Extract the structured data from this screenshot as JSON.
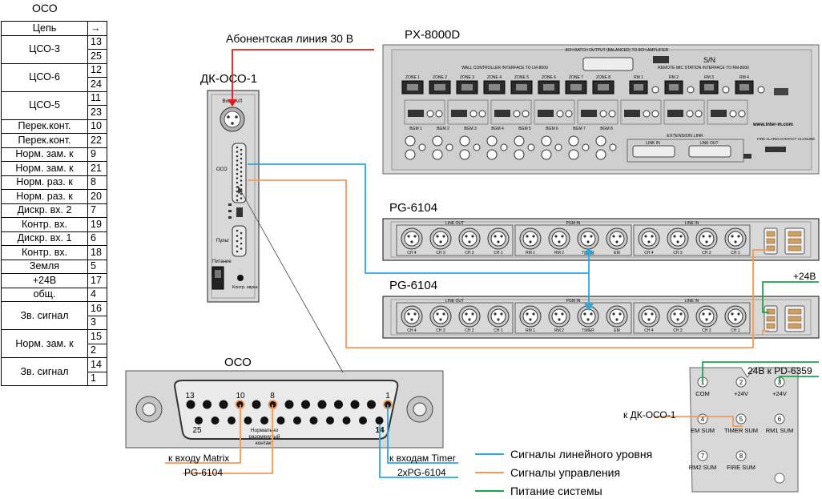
{
  "table": {
    "title": "ОСО",
    "header": {
      "name": "Цепь",
      "arrow": "→"
    },
    "rows": [
      {
        "name": "ЦСО-3",
        "pins": [
          "13",
          "25"
        ]
      },
      {
        "name": "ЦСО-6",
        "pins": [
          "12",
          "24"
        ]
      },
      {
        "name": "ЦСО-5",
        "pins": [
          "11",
          "23"
        ]
      },
      {
        "name": "Перек.конт.",
        "pins": [
          "10"
        ]
      },
      {
        "name": "Перек.конт.",
        "pins": [
          "22"
        ]
      },
      {
        "name": "Норм. зам. к",
        "pins": [
          "9"
        ]
      },
      {
        "name": "Норм. зам. к",
        "pins": [
          "21"
        ]
      },
      {
        "name": "Норм. раз. к",
        "pins": [
          "8"
        ]
      },
      {
        "name": "Норм. раз. к",
        "pins": [
          "20"
        ]
      },
      {
        "name": "Дискр. вх. 2",
        "pins": [
          "7"
        ]
      },
      {
        "name": "Контр. вх.",
        "pins": [
          "19"
        ]
      },
      {
        "name": "Дискр. вх. 1",
        "pins": [
          "6"
        ]
      },
      {
        "name": "Контр. вх.",
        "pins": [
          "18"
        ]
      },
      {
        "name": "Земля",
        "pins": [
          "5"
        ]
      },
      {
        "name": "+24В",
        "pins": [
          "17"
        ]
      },
      {
        "name": "общ.",
        "pins": [
          "4"
        ]
      },
      {
        "name": "Зв. сигнал",
        "pins": [
          "16",
          "3"
        ]
      },
      {
        "name": "Норм. зам. к",
        "pins": [
          "15",
          "2"
        ]
      },
      {
        "name": "Зв. сигнал",
        "pins": [
          "14",
          "1"
        ]
      }
    ]
  },
  "labels": {
    "subscriber_line": "Абонентская линия 30 В",
    "dk_title": "ДК-ОСО-1",
    "dk_input": "Вход А/Л",
    "dk_oco": "ОСО",
    "dk_console": "Пульт",
    "dk_power": "Питание",
    "dk_sound_ctrl": "Контр. звука",
    "px_title": "PX-8000D",
    "pg_top_title": "PG-6104",
    "pg_bottom_title": "PG-6104",
    "plus24": "+24В",
    "pd_link": "24В к PD-6359",
    "dk_link": "к ДК-ОСО-1",
    "oco_title": "ОСО",
    "nr_contact": "Нормально разомкнутый контакт",
    "to_matrix": "к входу Matrix",
    "pg_matrix": "PG-6104",
    "to_timer": "к входам Timer",
    "pg_timer": "2xPG-6104"
  },
  "px_panel": {
    "batch_output": "8CH BATCH OUTPUT (BALANCED) TO 8CH AMPLIFIER",
    "wall_controller": "WALL CONTROLLER INTERFACE TO LM-8000",
    "remote_mic": "REMOTE MIC STATION INTERFACE TO RM-8000",
    "zones": [
      "ZONE 1",
      "ZONE 2",
      "ZONE 3",
      "ZONE 4",
      "ZONE 5",
      "ZONE 6",
      "ZONE 7",
      "ZONE 8"
    ],
    "rms": [
      "RM 1",
      "RM 2",
      "RM 3",
      "RM 4"
    ],
    "bgms": [
      "BGM 1",
      "BGM 2",
      "BGM 3",
      "BGM 4",
      "BGM 5",
      "BGM 6",
      "BGM 7",
      "BGM 8"
    ],
    "extension_link": "EXTENSION LINK",
    "link_in": "LINK IN",
    "link_out": "LINK OUT",
    "website": "www.inter-m.com",
    "fire_alarm": "FIRE ALARM CONTACT CLOSURE",
    "serial": "S/N"
  },
  "pg_panel": {
    "line_out": "LINE OUT",
    "pgm_in": "PGM IN",
    "line_in": "LINE IN",
    "timer": "TIMER",
    "line_out_ch": [
      "CH 4",
      "CH 3",
      "CH 2",
      "CH 1"
    ],
    "pgm_in_ch": [
      "RM 1",
      "RM 2",
      "TIMER",
      "EM"
    ],
    "line_in_ch": [
      "CH 4",
      "CH 3",
      "CH 2",
      "CH 1"
    ]
  },
  "terminal": [
    {
      "num": "1",
      "label": "COM"
    },
    {
      "num": "2",
      "label": "+24V"
    },
    {
      "num": "3",
      "label": "+24V"
    },
    {
      "num": "4",
      "label": "EM SUM"
    },
    {
      "num": "5",
      "label": "TIMER SUM"
    },
    {
      "num": "6",
      "label": "RM1 SUM"
    },
    {
      "num": "7",
      "label": "RM2 SUM"
    },
    {
      "num": "8",
      "label": "FIRE SUM"
    }
  ],
  "db25": {
    "top_left_pin": "13",
    "pin10": "10",
    "pin8": "8",
    "top_right_pin": "1",
    "bottom_left_pin": "25",
    "bottom_right_pin": "14"
  },
  "legend": [
    {
      "label": "Сигналы линейного уровня",
      "color": "#29a8e0"
    },
    {
      "label": "Сигналы управления",
      "color": "#f39a5a"
    },
    {
      "label": "Питание системы",
      "color": "#17a84b"
    }
  ],
  "colors": {
    "line_level": "#29a8e0",
    "control": "#f39a5a",
    "power": "#17a84b",
    "subscriber": "#e21b1b",
    "panel": "#d8d8d8"
  }
}
